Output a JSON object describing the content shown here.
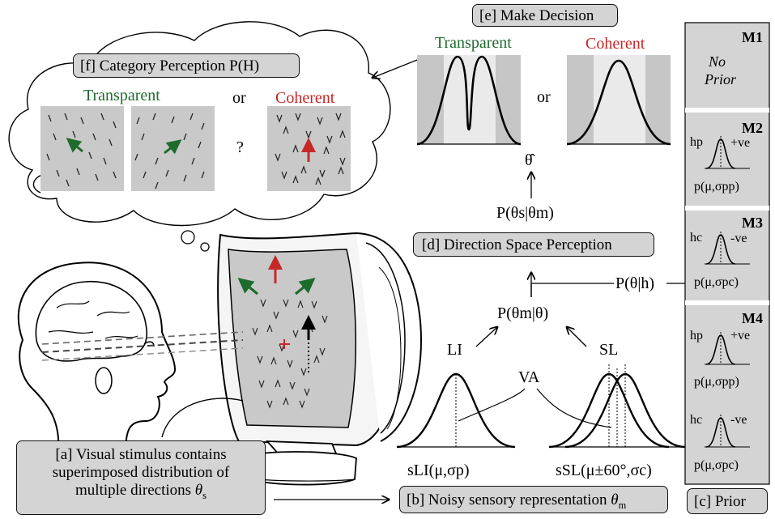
{
  "boxes": {
    "a": "[a] Visual stimulus contains superimposed distribution of multiple directions θs",
    "a_lines": [
      "[a] Visual stimulus contains",
      "superimposed distribution of",
      "multiple directions"
    ],
    "a_theta": "θ",
    "a_theta_sub": "s",
    "b": "[b] Noisy sensory representation",
    "b_theta": "θ",
    "b_theta_sub": "m",
    "c": "[c] Prior",
    "d": "[d] Direction Space Perception",
    "e": "[e] Make Decision",
    "f": "[f] Category Perception P(H)"
  },
  "cloud": {
    "transparent": "Transparent",
    "or": "or",
    "coherent": "Coherent",
    "question": "?"
  },
  "decision": {
    "transparent": "Transparent",
    "or": "or",
    "coherent": "Coherent",
    "theta_hat": "θ̂"
  },
  "equations": {
    "posterior": "P(θs|θm)",
    "likelihood": "P(θm|θ)",
    "prior": "P(θ|h)"
  },
  "sensory": {
    "li": "LI",
    "sl": "SL",
    "va": "VA",
    "s_li": "sLI(μ,σp)",
    "s_sl": "sSL(μ±60°,σc)"
  },
  "priors": [
    {
      "model": "M1",
      "text_line1": "No",
      "text_line2": "Prior"
    },
    {
      "model": "M2",
      "h": "hp",
      "sign": "+ve",
      "dist": "p(μ,σpp)"
    },
    {
      "model": "M3",
      "h": "hc",
      "sign": "-ve",
      "dist": "p(μ,σpc)"
    },
    {
      "model": "M4",
      "h": "hp",
      "sign": "+ve",
      "dist": "p(μ,σpp)",
      "h2": "hc",
      "sign2": "-ve",
      "dist2": "p(μ,σpc)"
    }
  ],
  "colors": {
    "green": "#1e6b2e",
    "red": "#c62828",
    "panel_gray": "#d4d4d4",
    "band_light": "#eaeaea",
    "band_dark": "#c8c8c8"
  },
  "icons": [
    "brain-head-icon",
    "monitor-icon",
    "thought-cloud-icon"
  ]
}
